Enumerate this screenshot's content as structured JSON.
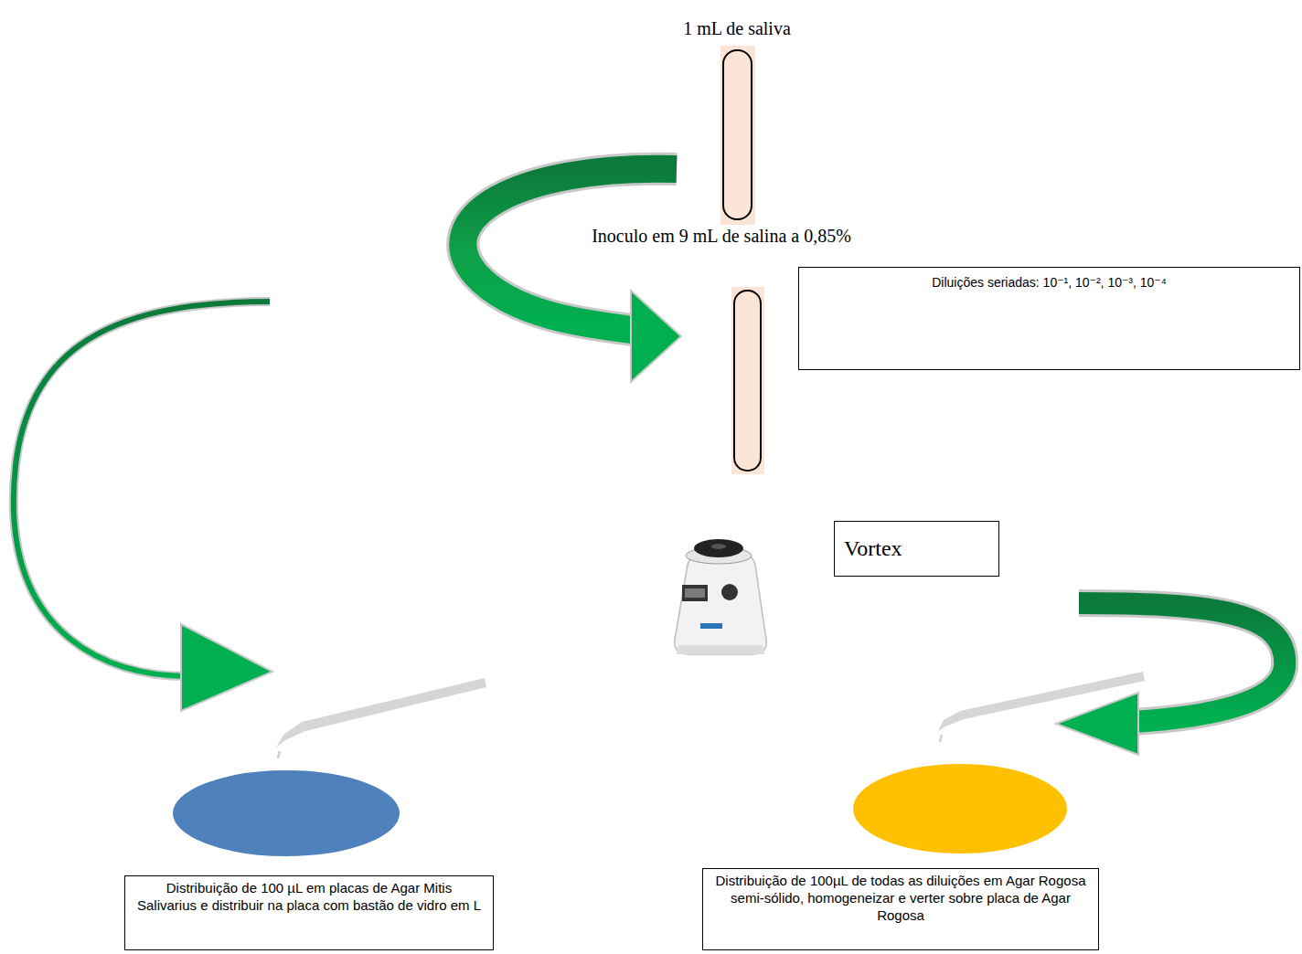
{
  "diagram": {
    "nodes": [
      {
        "text": [
          "Diluições seriadas: 10⁻¹, 10⁻², 10⁻³, 10⁻⁴"
        ]
      },
      {
        "text": [
          "Vortex"
        ]
      },
      {
        "text": [
          "Distribuição de 100 µL em placas de Agar Mitis Salivarius e distribuir na placa com bastão de vidro em L"
        ]
      },
      {
        "text": [
          "Distribuição de 100µL de todas as diluições em Agar Rogosa semi-sólido, homogeneizar e verter sobre placa de Agar Rogosa"
        ]
      }
    ],
    "labels": [
      "1 mL de saliva",
      "Inoculo em 9 mL de salina a 0,85%"
    ]
  }
}
